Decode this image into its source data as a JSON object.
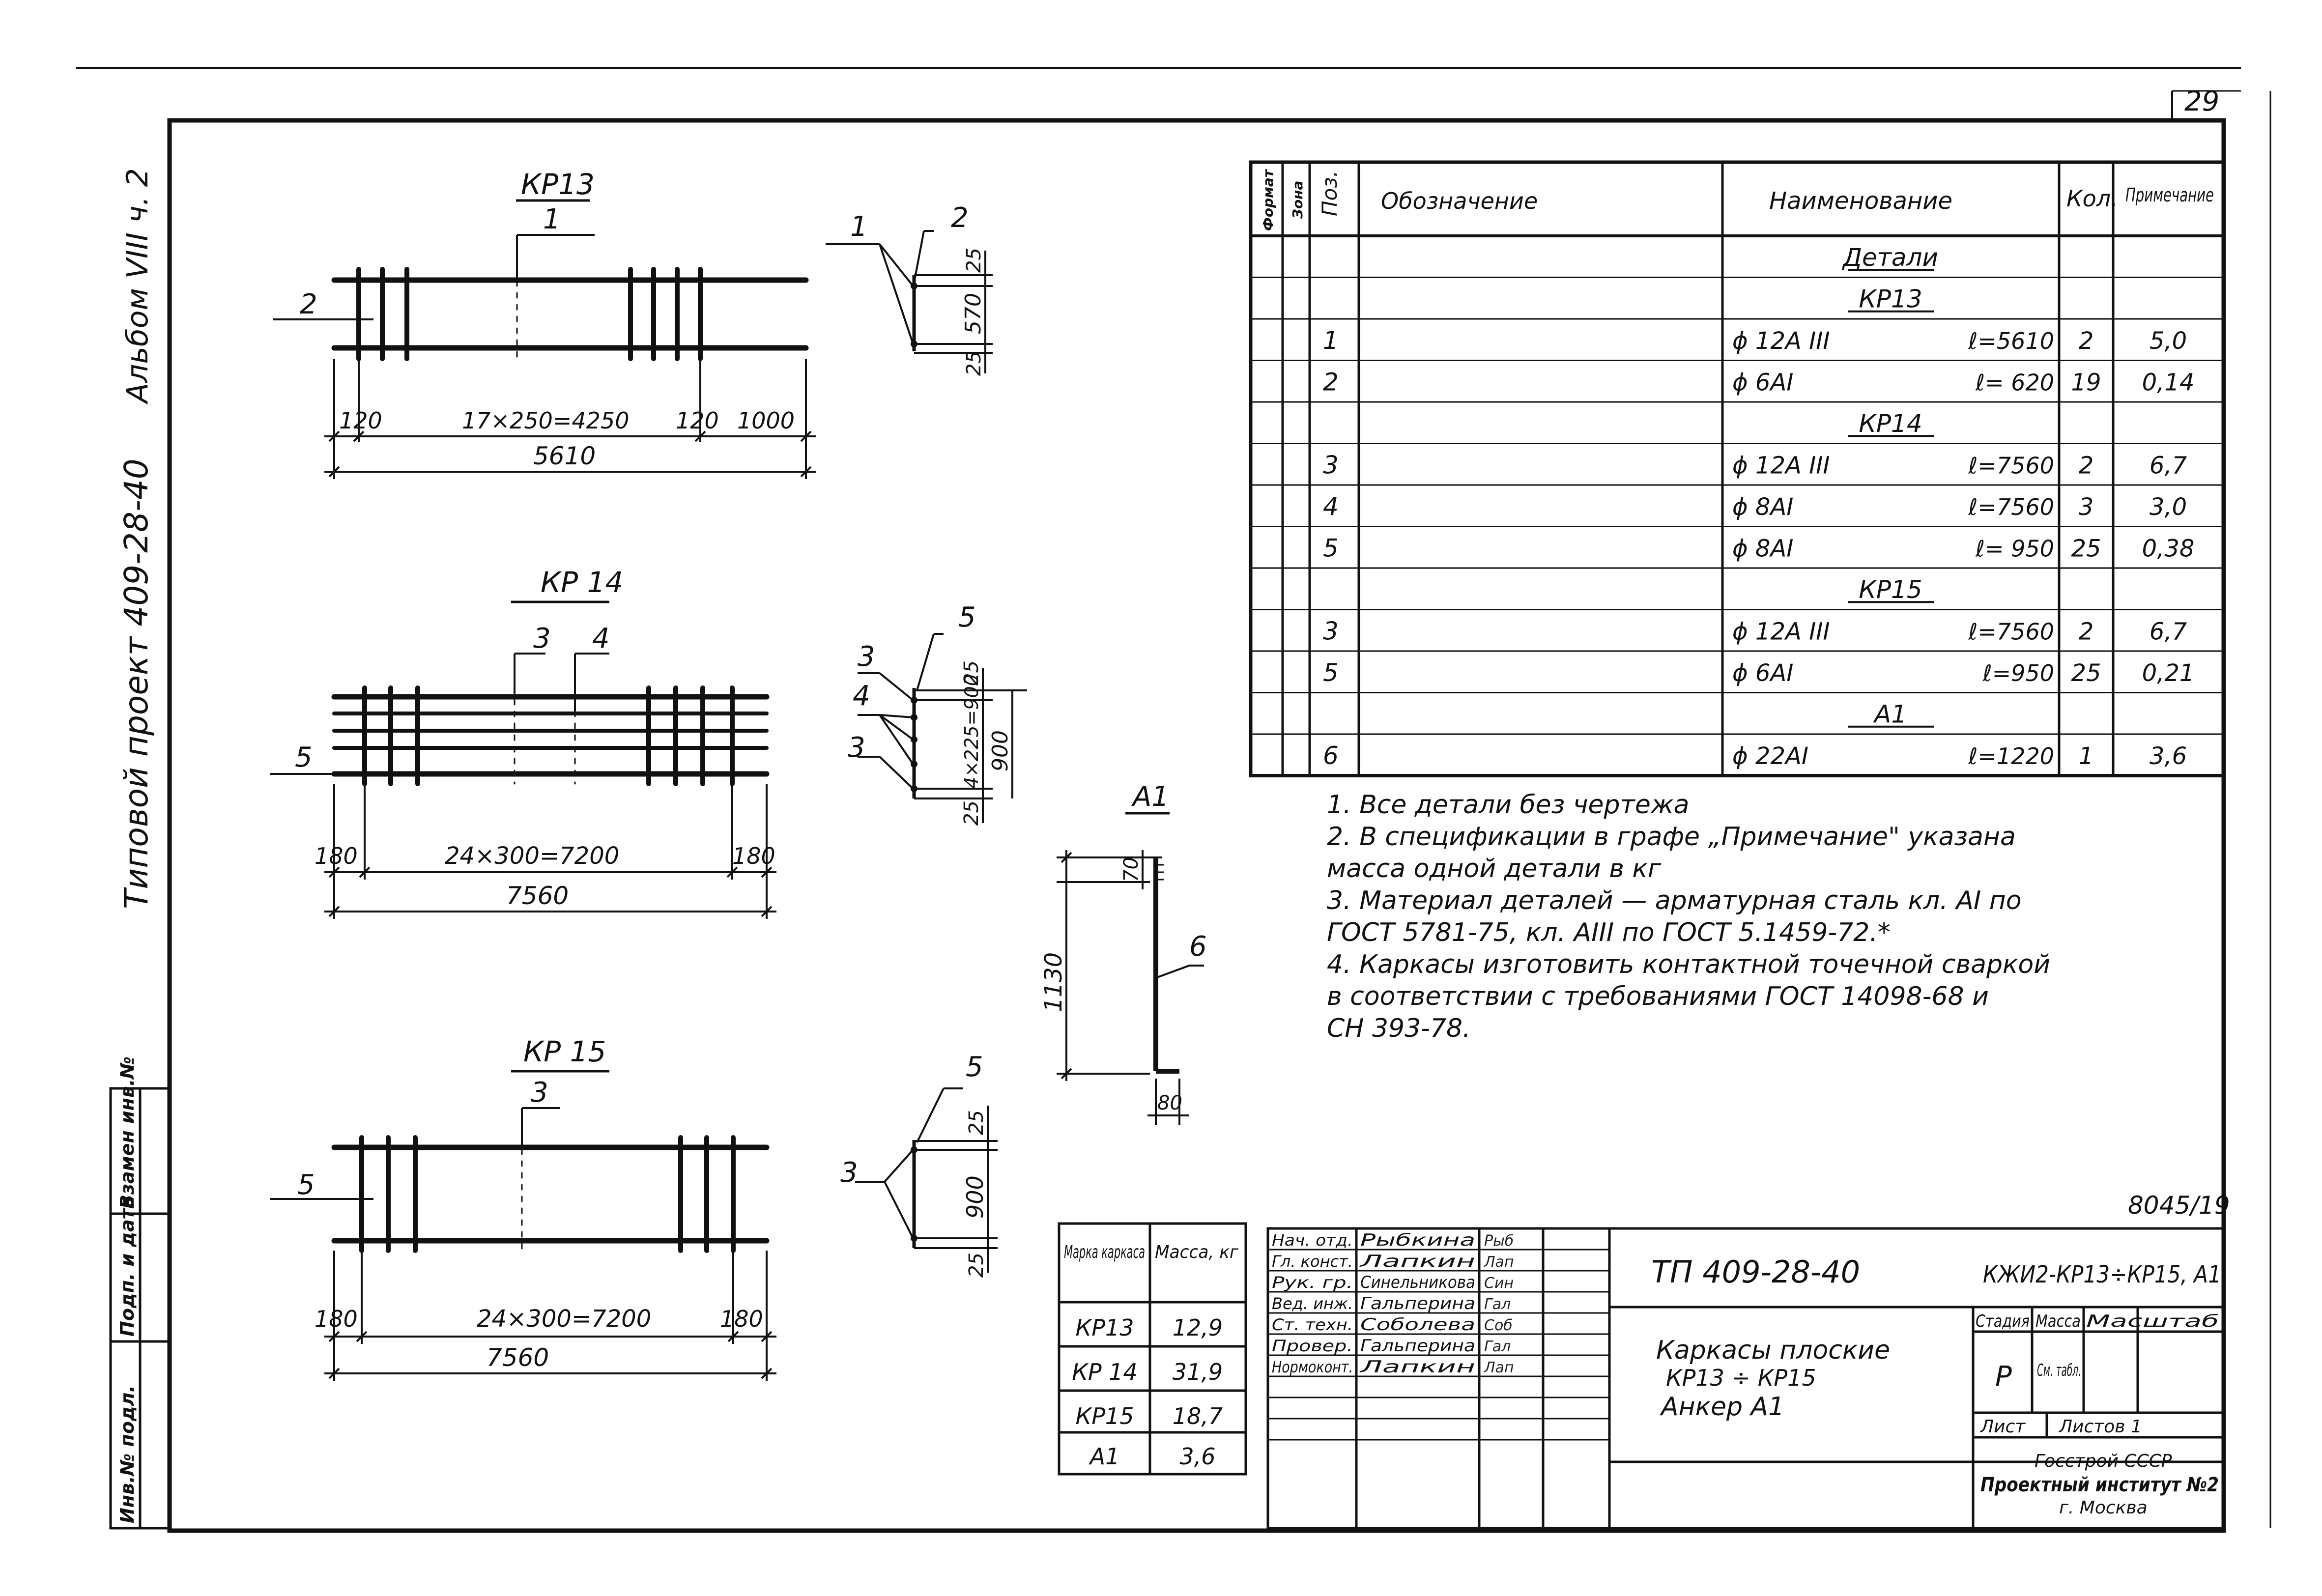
{
  "sheet": {
    "page_number": "29",
    "side_strip": {
      "album": "Альбом VIII ч. 2",
      "project": "Типовой проект 409-28-40"
    },
    "stamp_strip": [
      "Инв.№ подл.",
      "Подп. и дата",
      "Взамен инв.№"
    ],
    "drawing_number": "8045/19"
  },
  "frames": {
    "kr13": {
      "title": "КР13",
      "pos_top": "1",
      "pos_left": "2",
      "dim_left": "120",
      "dim_mid": "17×250=4250",
      "dim_right_small": "120",
      "dim_right": "1000",
      "dim_total": "5610"
    },
    "kr14": {
      "title": "КР 14",
      "pos_top_a": "3",
      "pos_top_b": "4",
      "pos_left": "5",
      "dim_left": "180",
      "dim_mid": "24×300=7200",
      "dim_right": "180",
      "dim_total": "7560"
    },
    "kr15": {
      "title": "КР 15",
      "pos_top": "3",
      "pos_left": "5",
      "dim_left": "180",
      "dim_mid": "24×300=7200",
      "dim_right": "180",
      "dim_total": "7560"
    }
  },
  "sections": {
    "kr13": {
      "label_a": "1",
      "label_b": "2",
      "dim_top": "25",
      "dim_mid": "570",
      "dim_bot": "25"
    },
    "kr14": {
      "label_a": "3",
      "label_b": "4",
      "label_c": "3",
      "label_d": "5",
      "dim_top": "25",
      "dim_mid": "4×225=900",
      "dim_total": "900",
      "dim_bot": "25"
    },
    "kr15": {
      "label_a": "5",
      "label_b": "3",
      "dim_top": "25",
      "dim_mid": "900",
      "dim_bot": "25"
    }
  },
  "anchor": {
    "title": "А1",
    "pos": "6",
    "dim_height": "1130",
    "dim_top": "70",
    "dim_bottom": "80"
  },
  "spec": {
    "headers": {
      "format": "Формат",
      "zone": "Зона",
      "pos": "Поз.",
      "designation": "Обозначение",
      "name": "Наименование",
      "qty": "Кол.",
      "note": "Примечание"
    },
    "rows": [
      {
        "type": "section",
        "name": "Детали"
      },
      {
        "type": "section",
        "name": "КР13"
      },
      {
        "type": "item",
        "pos": "1",
        "name": "ϕ 12А III",
        "length": "ℓ=5610",
        "qty": "2",
        "note": "5,0"
      },
      {
        "type": "item",
        "pos": "2",
        "name": "ϕ 6АI",
        "length": "ℓ= 620",
        "qty": "19",
        "note": "0,14"
      },
      {
        "type": "section",
        "name": "КР14"
      },
      {
        "type": "item",
        "pos": "3",
        "name": "ϕ 12А III",
        "length": "ℓ=7560",
        "qty": "2",
        "note": "6,7"
      },
      {
        "type": "item",
        "pos": "4",
        "name": "ϕ 8АI",
        "length": "ℓ=7560",
        "qty": "3",
        "note": "3,0"
      },
      {
        "type": "item",
        "pos": "5",
        "name": "ϕ 8АI",
        "length": "ℓ= 950",
        "qty": "25",
        "note": "0,38"
      },
      {
        "type": "section",
        "name": "КР15"
      },
      {
        "type": "item",
        "pos": "3",
        "name": "ϕ 12А III",
        "length": "ℓ=7560",
        "qty": "2",
        "note": "6,7"
      },
      {
        "type": "item",
        "pos": "5",
        "name": "ϕ 6АI",
        "length": "ℓ=950",
        "qty": "25",
        "note": "0,21"
      },
      {
        "type": "section",
        "name": "А1"
      },
      {
        "type": "item",
        "pos": "6",
        "name": "ϕ 22АI",
        "length": "ℓ=1220",
        "qty": "1",
        "note": "3,6"
      }
    ]
  },
  "notes": [
    "1. Все детали без чертежа",
    "2. В спецификации в графе „Примечание\" указана",
    "масса одной детали в кг",
    "3. Материал деталей — арматурная сталь кл. АI по",
    "ГОСТ 5781-75, кл. АIII по ГОСТ 5.1459-72.*",
    "4. Каркасы изготовить контактной точечной сваркой",
    "в соответствии с требованиями ГОСТ 14098-68 и",
    "СН 393-78."
  ],
  "mass_table": {
    "headers": [
      "Марка каркаса",
      "Масса, кг"
    ],
    "rows": [
      [
        "КР13",
        "12,9"
      ],
      [
        "КР 14",
        "31,9"
      ],
      [
        "КР15",
        "18,7"
      ],
      [
        "А1",
        "3,6"
      ]
    ]
  },
  "title_block": {
    "staff": [
      {
        "role": "Нач. отд.",
        "name": "Рыбкина",
        "sign": "Рыб"
      },
      {
        "role": "Гл. конст.",
        "name": "Лапкин",
        "sign": "Лап"
      },
      {
        "role": "Рук. гр.",
        "name": "Синельникова",
        "sign": "Син"
      },
      {
        "role": "Вед. инж.",
        "name": "Гальперина",
        "sign": "Гал"
      },
      {
        "role": "Ст. техн.",
        "name": "Соболева",
        "sign": "Соб"
      },
      {
        "role": "Провер.",
        "name": "Гальперина",
        "sign": "Гал"
      },
      {
        "role": "Нормоконт.",
        "name": "Лапкин",
        "sign": "Лап"
      }
    ],
    "project_code": "ТП 409-28-40",
    "sheet_code": "КЖИ2-КР13÷КР15, А1",
    "title_lines": [
      "Каркасы плоские",
      "КР13 ÷ КР15",
      "Анкер А1"
    ],
    "stage_header": "Стадия",
    "mass_header": "Масса",
    "scale_header": "Масштаб",
    "stage": "Р",
    "mass_value": "См. табл.",
    "sheet_label": "Лист",
    "sheets_label": "Листов 1",
    "org_lines": [
      "Госстрой СССР",
      "Проектный институт №2",
      "г. Москва"
    ]
  }
}
